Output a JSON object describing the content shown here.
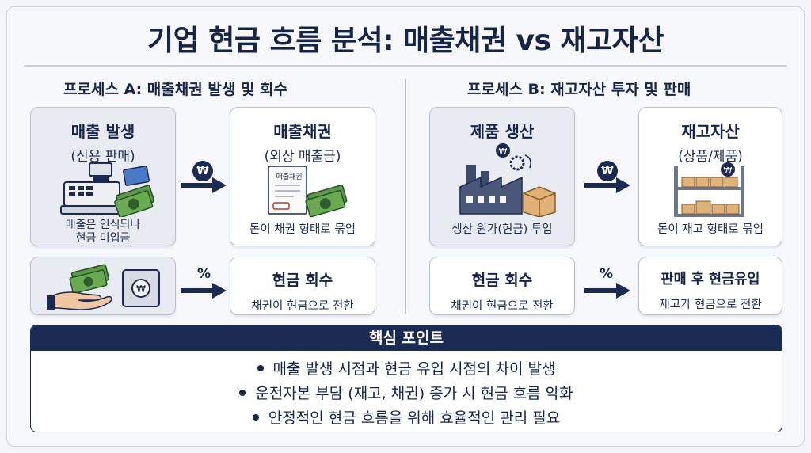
{
  "title": "기업 현금 흐름 분석: 매출채권 vs 재고자산",
  "process_a": {
    "title": "프로세스 A: 매출채권 발생 및 회수",
    "sale": {
      "title": "매출 발생",
      "sub": "(신용 판매)",
      "foot_line1": "매출은 인식되나",
      "foot_line2": "현금 미입금"
    },
    "receivable": {
      "title": "매출채권",
      "sub": "(외상 매출금)",
      "doc_label": "매출채권",
      "foot": "돈이 채권 형태로 묶임"
    },
    "collection": {
      "title": "현금 회수",
      "desc": "채권이 현금으로 전환"
    },
    "arrow_top_symbol": "₩",
    "arrow_bottom_symbol": "%"
  },
  "process_b": {
    "title": "프로세스 B: 재고자산 투자 및 판매",
    "production": {
      "title": "제품 생산",
      "foot": "생산 원가(현금) 투입"
    },
    "inventory": {
      "title": "재고자산",
      "sub": "(상품/제품)",
      "foot": "돈이 재고 형태로 묶임"
    },
    "collection": {
      "title": "현금 회수",
      "desc": "채권이 현금으로 전환"
    },
    "inflow": {
      "title": "판매 후 현금유입",
      "desc": "재고가 현금으로 전환"
    },
    "arrow_top_symbol": "₩",
    "arrow_bottom_symbol": "%"
  },
  "key_points": {
    "title": "핵심 포인트",
    "items": [
      "매출 발생 시점과 현금 유입 시점의 차이 발생",
      "운전자본 부담 (재고, 채권) 증가 시 현금 흐름 악화",
      "안정적인 현금 흐름을 위해 효율적인 관리 필요"
    ]
  },
  "colors": {
    "navy": "#1b2a52",
    "money_green": "#4f8a3c",
    "box_gray": "#e9ecf3"
  }
}
